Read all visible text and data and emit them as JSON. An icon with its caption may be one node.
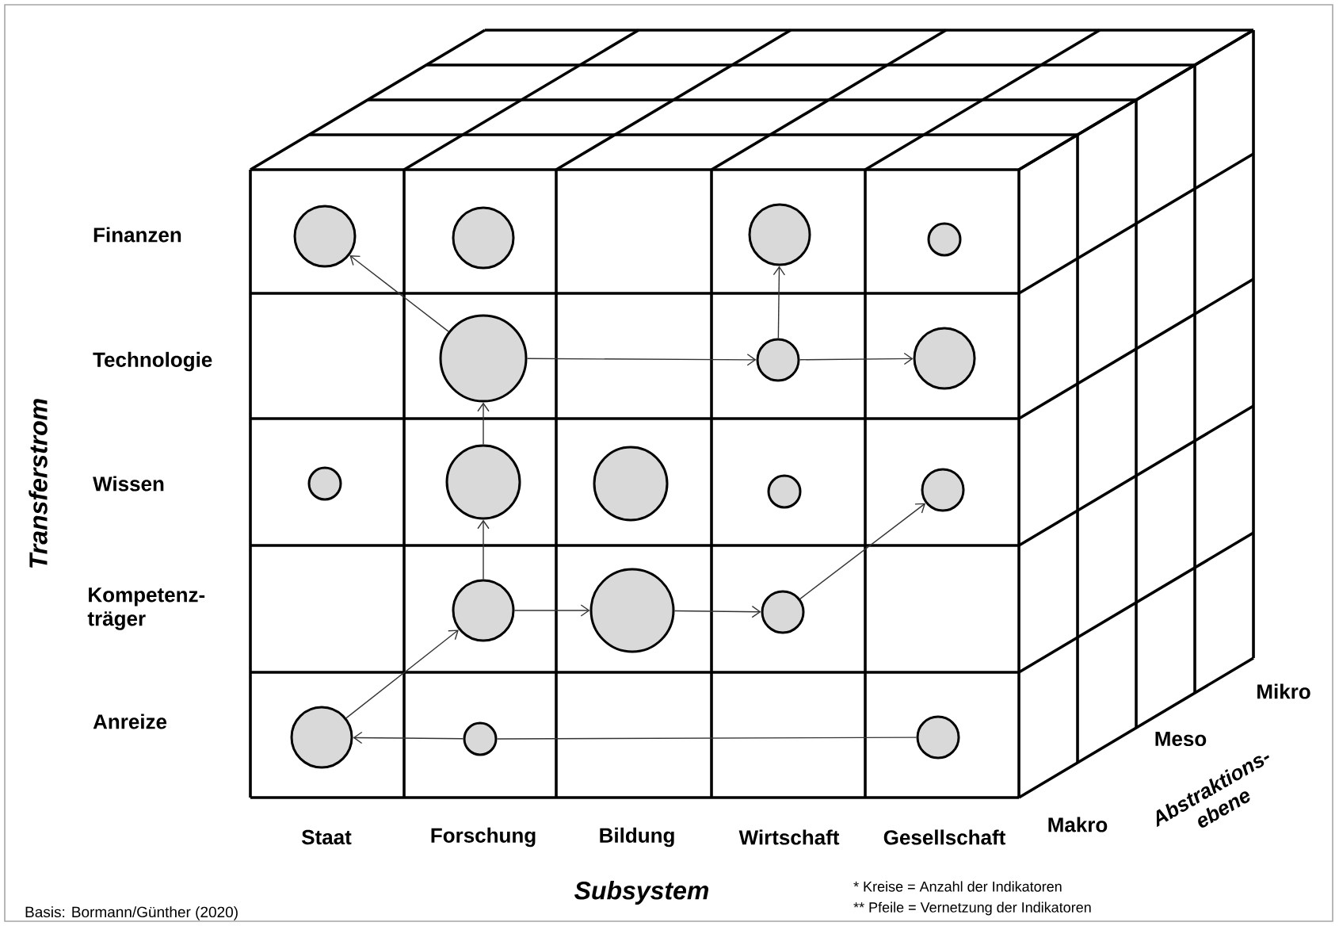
{
  "diagram": {
    "nodes": [
      {
        "text": [],
        "shape": "circle"
      },
      {
        "text": [],
        "shape": "circle"
      },
      {
        "text": [],
        "shape": "circle"
      },
      {
        "text": [],
        "shape": "circle"
      },
      {
        "text": [],
        "shape": "circle"
      },
      {
        "text": [],
        "shape": "circle"
      },
      {
        "text": [],
        "shape": "circle"
      },
      {
        "text": [],
        "shape": "circle"
      },
      {
        "text": [],
        "shape": "circle"
      },
      {
        "text": [],
        "shape": "circle"
      },
      {
        "text": [],
        "shape": "circle"
      },
      {
        "text": [],
        "shape": "circle"
      },
      {
        "text": [],
        "shape": "circle"
      },
      {
        "text": [],
        "shape": "circle"
      },
      {
        "text": [],
        "shape": "circle"
      },
      {
        "text": [],
        "shape": "circle"
      },
      {
        "text": [],
        "shape": "circle"
      },
      {
        "text": [],
        "shape": "circle"
      }
    ],
    "edges": [
      {
        "from": 4,
        "to": 0,
        "arrow": "to"
      },
      {
        "from": 4,
        "to": 5,
        "arrow": "to"
      },
      {
        "from": 5,
        "to": 2,
        "arrow": "to"
      },
      {
        "from": 5,
        "to": 6,
        "arrow": "to"
      },
      {
        "from": 8,
        "to": 4,
        "arrow": "to"
      },
      {
        "from": 12,
        "to": 8,
        "arrow": "to"
      },
      {
        "from": 12,
        "to": 13,
        "arrow": "to"
      },
      {
        "from": 13,
        "to": 14,
        "arrow": "to"
      },
      {
        "from": 14,
        "to": 11,
        "arrow": "to"
      },
      {
        "from": 15,
        "to": 12,
        "arrow": "to"
      },
      {
        "from": 17,
        "to": 16,
        "arrow": "none"
      },
      {
        "from": 16,
        "to": 15,
        "arrow": "to"
      }
    ],
    "labels": [
      "Transferstrom",
      "Finanzen",
      "Technologie",
      "Wissen",
      "Kompetenz- träger",
      "Anreize",
      "Mikro",
      "Meso",
      "Makro",
      "Abstraktions- ebene",
      "Staat",
      "Forschung",
      "Bildung",
      "Wirtschaft",
      "Gesellschaft",
      "Subsystem",
      "* Kreise = Anzahl der Indikatoren",
      "Basis: Bormann/Günther (2020)",
      "** Pfeile = Vernetzung der Indikatoren"
    ]
  }
}
